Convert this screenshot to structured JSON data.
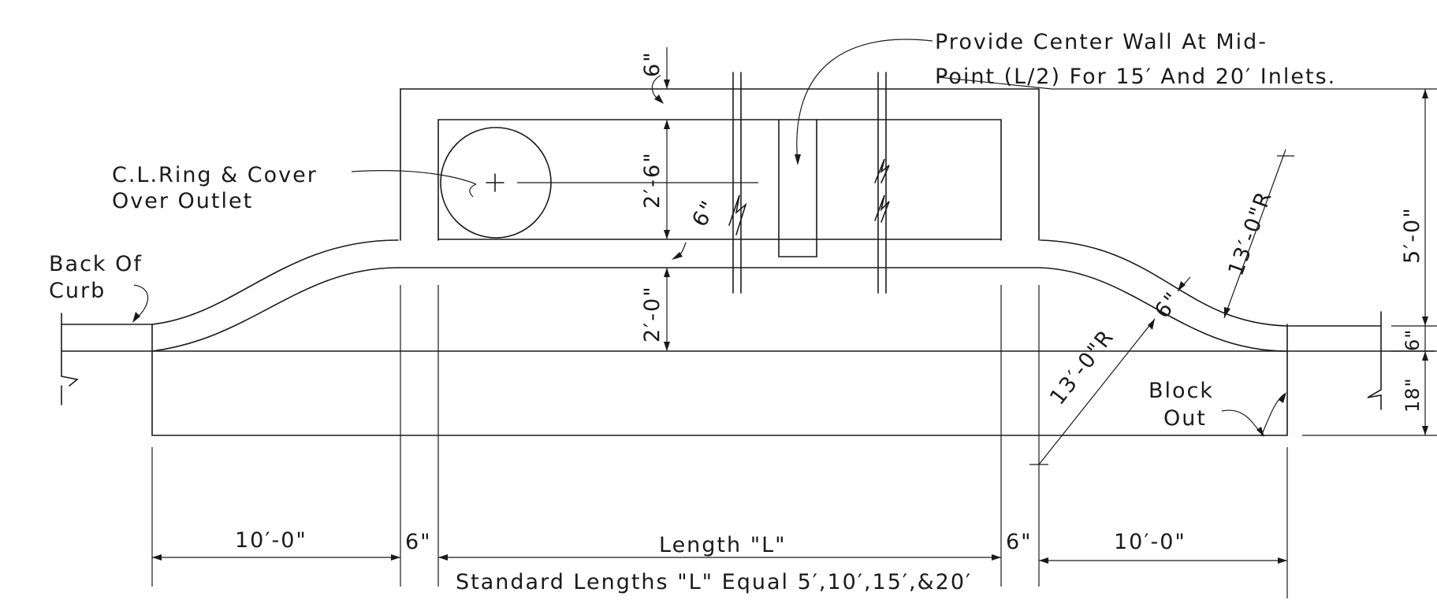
{
  "notes": {
    "center_wall_line1": "Provide Center Wall At Mid-",
    "center_wall_line2": "Point (L/2) For 15′ And 20′ Inlets.",
    "ring_cover_line1": "C.L.Ring & Cover",
    "ring_cover_line2": "Over Outlet",
    "back_of_curb_line1": "Back Of",
    "back_of_curb_line2": "Curb",
    "block_out_line1": "Block",
    "block_out_line2": "Out"
  },
  "dimensions": {
    "top_wall": "6\"",
    "inner_depth": "2′-6\"",
    "mid_wall": "6\"",
    "lower_depth": "2′-0\"",
    "radius_upper": "13′-0\"R",
    "radius_lower": "13′-0\"R",
    "transition_width": "6\"",
    "overall_right": "5′-0\"",
    "curb_right": "6\"",
    "gutter_right": "18\"",
    "left_transition": "10′-0\"",
    "left_wall": "6\"",
    "length": "Length \"L\"",
    "right_wall": "6\"",
    "right_transition": "10′-0\""
  },
  "footer_note": "Standard Lengths \"L\" Equal 5′,10′,15′,&20′"
}
